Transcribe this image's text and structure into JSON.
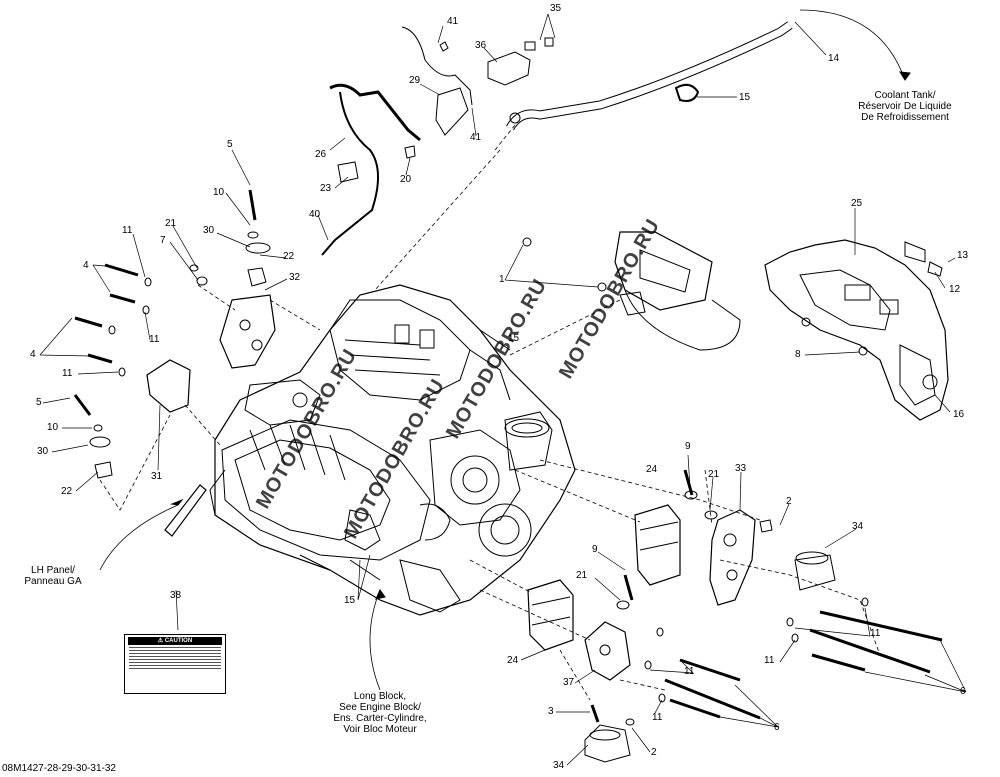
{
  "diagram_code": "08M1427-28-29-30-31-32",
  "watermarks": [
    "MOTODOBRO.RU",
    "MOTODOBRO.RU",
    "MOTODOBRO.RU",
    "MOTODOBRO.RU"
  ],
  "notes": {
    "coolant_tank": [
      "Coolant Tank/",
      "Réservoir De Liquide",
      "De Refroidissement"
    ],
    "lh_panel": [
      "LH Panel/",
      "Panneau GA"
    ],
    "long_block": [
      "Long Block,",
      "See Engine Block/",
      "Ens. Carter-Cylindre,",
      "Voir Bloc Moteur"
    ]
  },
  "caution_label": {
    "heading": "CAUTION"
  },
  "callouts": [
    {
      "id": "c41a",
      "text": "41"
    },
    {
      "id": "c35",
      "text": "35"
    },
    {
      "id": "c36",
      "text": "36"
    },
    {
      "id": "c14",
      "text": "14"
    },
    {
      "id": "c29",
      "text": "29"
    },
    {
      "id": "c15a",
      "text": "15"
    },
    {
      "id": "c41b",
      "text": "41"
    },
    {
      "id": "c5a",
      "text": "5"
    },
    {
      "id": "c26",
      "text": "26"
    },
    {
      "id": "c20",
      "text": "20"
    },
    {
      "id": "c23",
      "text": "23"
    },
    {
      "id": "c10a",
      "text": "10"
    },
    {
      "id": "c40",
      "text": "40"
    },
    {
      "id": "c21a",
      "text": "21"
    },
    {
      "id": "c30a",
      "text": "30"
    },
    {
      "id": "c22a",
      "text": "22"
    },
    {
      "id": "c11a",
      "text": "11"
    },
    {
      "id": "c7",
      "text": "7"
    },
    {
      "id": "c4a",
      "text": "4"
    },
    {
      "id": "c32",
      "text": "32"
    },
    {
      "id": "c11b",
      "text": "11"
    },
    {
      "id": "c4b",
      "text": "4"
    },
    {
      "id": "c11c",
      "text": "11"
    },
    {
      "id": "c5b",
      "text": "5"
    },
    {
      "id": "c10b",
      "text": "10"
    },
    {
      "id": "c30b",
      "text": "30"
    },
    {
      "id": "c22b",
      "text": "22"
    },
    {
      "id": "c31",
      "text": "31"
    },
    {
      "id": "c1",
      "text": "1"
    },
    {
      "id": "c25",
      "text": "25"
    },
    {
      "id": "c13",
      "text": "13"
    },
    {
      "id": "c12",
      "text": "12"
    },
    {
      "id": "c8",
      "text": "8"
    },
    {
      "id": "c16",
      "text": "16"
    },
    {
      "id": "c15b",
      "text": "15"
    },
    {
      "id": "c9a",
      "text": "9"
    },
    {
      "id": "c21b",
      "text": "21"
    },
    {
      "id": "c33",
      "text": "33"
    },
    {
      "id": "c24a",
      "text": "24"
    },
    {
      "id": "c2a",
      "text": "2"
    },
    {
      "id": "c34a",
      "text": "34"
    },
    {
      "id": "c9b",
      "text": "9"
    },
    {
      "id": "c21c",
      "text": "21"
    },
    {
      "id": "c15c",
      "text": "15"
    },
    {
      "id": "c38",
      "text": "38"
    },
    {
      "id": "c11d",
      "text": "11"
    },
    {
      "id": "c11e",
      "text": "11"
    },
    {
      "id": "c24b",
      "text": "24"
    },
    {
      "id": "c11f",
      "text": "11"
    },
    {
      "id": "c6a",
      "text": "6"
    },
    {
      "id": "c37",
      "text": "37"
    },
    {
      "id": "c3",
      "text": "3"
    },
    {
      "id": "c11g",
      "text": "11"
    },
    {
      "id": "c6b",
      "text": "6"
    },
    {
      "id": "c2b",
      "text": "2"
    },
    {
      "id": "c34b",
      "text": "34"
    }
  ]
}
